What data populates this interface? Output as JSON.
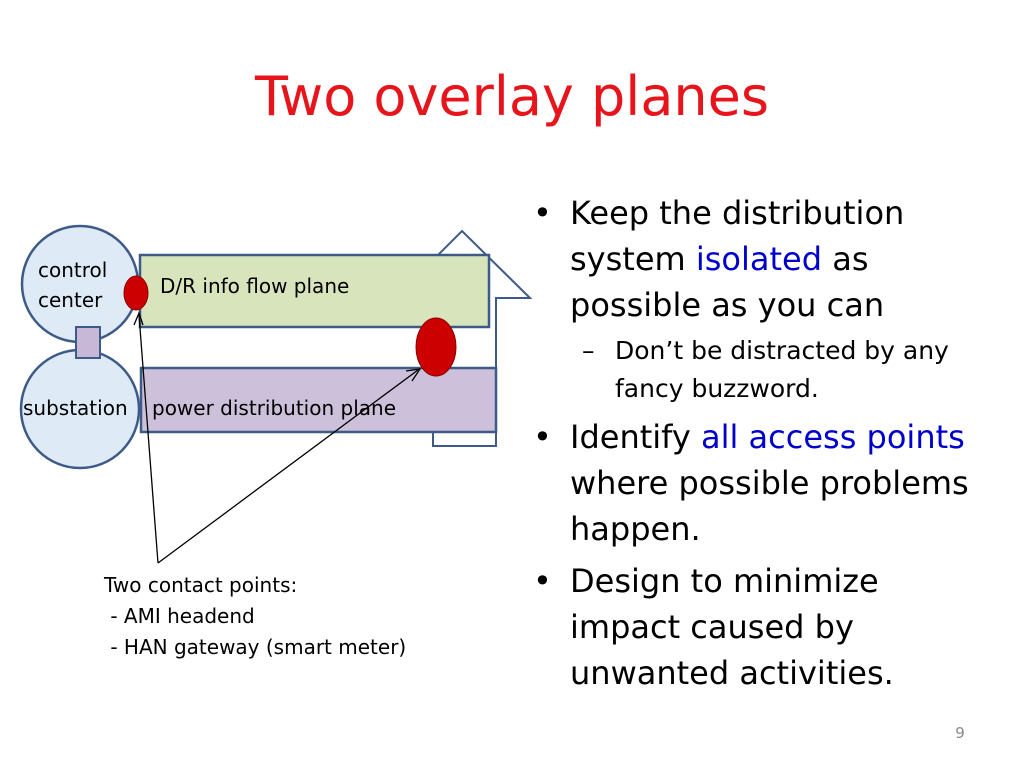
{
  "slide": {
    "title": "Two overlay planes",
    "title_color": "#e8141b",
    "page_number": "9"
  },
  "diagram": {
    "control_center": {
      "line1": "control",
      "line2": "center"
    },
    "substation": "substation",
    "dr_plane": "D/R info flow plane",
    "power_plane": "power distribution plane",
    "caption": {
      "line1": "Two contact points:",
      "line2": " - AMI headend",
      "line3": " - HAN gateway (smart meter)"
    },
    "colors": {
      "circle_fill": "#deebf7",
      "outline": "#3d5b86",
      "dr_plane_fill": "#d8e4bc",
      "power_plane_fill": "#ccc0da",
      "connector_fill": "#c7b8d8",
      "contact_point": "#cc0000"
    }
  },
  "bullets": [
    {
      "pre": "Keep the distribution system ",
      "hl": "isolated",
      "post": " as possible as you can"
    },
    {
      "sub": "Don’t be distracted by any fancy buzzword."
    },
    {
      "pre": "Identify ",
      "hl": "all access points",
      "post": " where possible problems happen."
    },
    {
      "pre": "Design to minimize impact caused by unwanted activities.",
      "hl": "",
      "post": ""
    }
  ],
  "highlight_color": "#0000cc"
}
